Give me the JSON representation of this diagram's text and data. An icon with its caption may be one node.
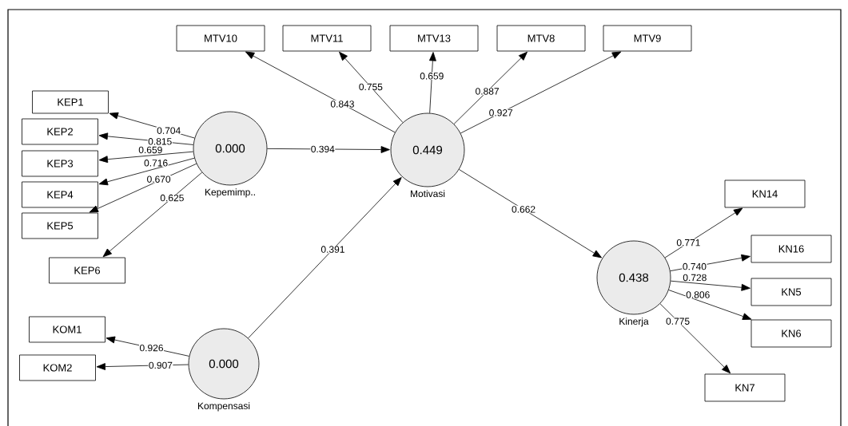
{
  "diagram": {
    "nodes": [
      {
        "text": [
          "KEP1"
        ]
      },
      {
        "text": [
          "KEP2"
        ]
      },
      {
        "text": [
          "KEP3"
        ]
      },
      {
        "text": [
          "KEP4"
        ]
      },
      {
        "text": [
          "KEP5"
        ]
      },
      {
        "text": [
          "KEP6"
        ]
      },
      {
        "text": [
          "MTV10"
        ]
      },
      {
        "text": [
          "MTV11"
        ]
      },
      {
        "text": [
          "MTV13"
        ]
      },
      {
        "text": [
          "MTV8"
        ]
      },
      {
        "text": [
          "MTV9"
        ]
      },
      {
        "text": [
          "0.000"
        ],
        "beside": [
          "Kepemimp.."
        ]
      },
      {
        "text": [
          "0.449"
        ],
        "beside": [
          "Motivasi"
        ]
      },
      {
        "text": [
          "0.438"
        ],
        "beside": [
          "Kinerja"
        ]
      },
      {
        "text": [
          "0.000"
        ],
        "beside": [
          "Kompensasi"
        ]
      },
      {
        "text": [
          "KN14"
        ]
      },
      {
        "text": [
          "KN16"
        ]
      },
      {
        "text": [
          "KN5"
        ]
      },
      {
        "text": [
          "KN6"
        ]
      },
      {
        "text": [
          "KN7"
        ]
      },
      {
        "text": [
          "KOM1"
        ]
      },
      {
        "text": [
          "KOM2"
        ]
      }
    ],
    "edges": [
      {
        "from": 11,
        "to": 0,
        "arrow": "to",
        "label": "0.704"
      },
      {
        "from": 11,
        "to": 1,
        "arrow": "to",
        "label": "0.815"
      },
      {
        "from": 11,
        "to": 2,
        "arrow": "to",
        "label": "0.659"
      },
      {
        "from": 11,
        "to": 3,
        "arrow": "to",
        "label": "0.716"
      },
      {
        "from": 11,
        "to": 4,
        "arrow": "to",
        "label": "0.670"
      },
      {
        "from": 11,
        "to": 5,
        "arrow": "to",
        "label": "0.625"
      },
      {
        "from": 12,
        "to": 6,
        "arrow": "to",
        "label": "0.843"
      },
      {
        "from": 12,
        "to": 7,
        "arrow": "to",
        "label": "0.755"
      },
      {
        "from": 12,
        "to": 8,
        "arrow": "to",
        "label": "0.659"
      },
      {
        "from": 12,
        "to": 9,
        "arrow": "to",
        "label": "0.887"
      },
      {
        "from": 12,
        "to": 10,
        "arrow": "to",
        "label": "0.927"
      },
      {
        "from": 11,
        "to": 12,
        "arrow": "to",
        "label": "0.394"
      },
      {
        "from": 14,
        "to": 12,
        "arrow": "to",
        "label": "0.391"
      },
      {
        "from": 12,
        "to": 13,
        "arrow": "to",
        "label": "0.662"
      },
      {
        "from": 13,
        "to": 15,
        "arrow": "to",
        "label": "0.771"
      },
      {
        "from": 13,
        "to": 16,
        "arrow": "to",
        "label": "0.740"
      },
      {
        "from": 13,
        "to": 17,
        "arrow": "to",
        "label": "0.728"
      },
      {
        "from": 13,
        "to": 18,
        "arrow": "to",
        "label": "0.806"
      },
      {
        "from": 13,
        "to": 19,
        "arrow": "to",
        "label": "0.775"
      },
      {
        "from": 14,
        "to": 20,
        "arrow": "to",
        "label": "0.926"
      },
      {
        "from": 14,
        "to": 21,
        "arrow": "to",
        "label": "0.907"
      }
    ]
  }
}
